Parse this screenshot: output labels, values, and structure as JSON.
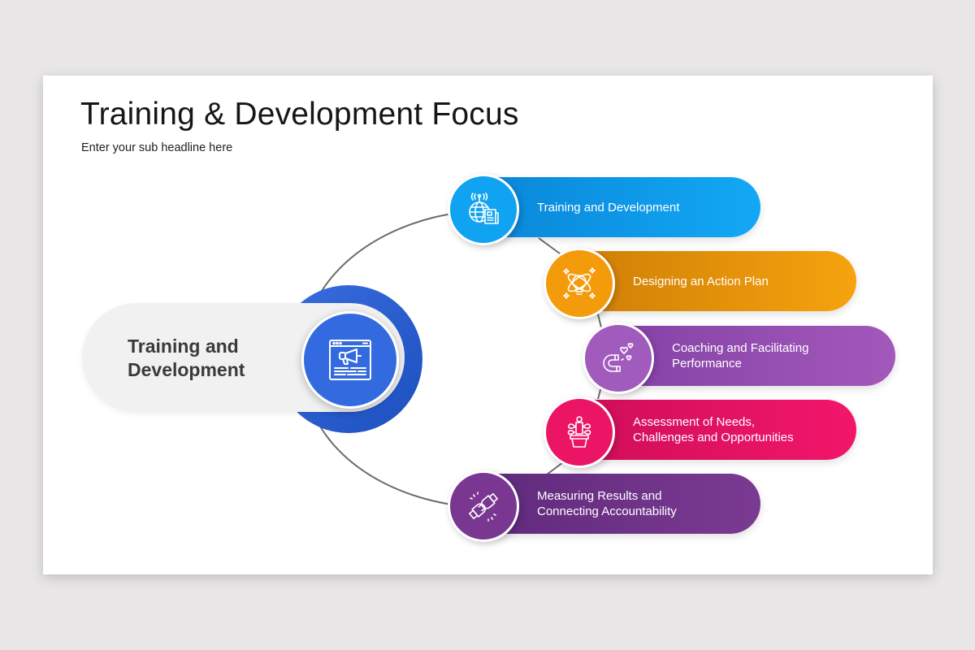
{
  "slide": {
    "title": "Training & Development Focus",
    "subtitle": "Enter your sub headline here"
  },
  "hub": {
    "label_line1": "Training and",
    "label_line2": "Development",
    "icon": "megaphone-browser-icon",
    "color": "#336ae0"
  },
  "steps": [
    {
      "label": "Training and Development",
      "icon": "globe-newspaper-icon",
      "color": "#10a3f1"
    },
    {
      "label": "Designing an Action Plan",
      "icon": "lightbulb-orbit-icon",
      "color": "#f49b0b"
    },
    {
      "label": "Coaching and Facilitating\nPerformance",
      "icon": "magnet-hearts-icon",
      "color": "#a05bbd"
    },
    {
      "label": "Assessment of Needs,\nChallenges and Opportunities",
      "icon": "potted-plant-person-icon",
      "color": "#ec1565"
    },
    {
      "label": "Measuring Results and\nConnecting Accountability",
      "icon": "plug-connect-icon",
      "color": "#7a3792"
    }
  ]
}
